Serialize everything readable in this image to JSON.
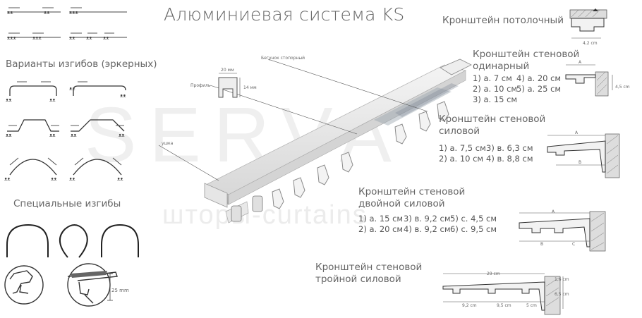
{
  "title": "Алюминиевая система KS",
  "headings": {
    "bay_variants": "Варианты изгибов (эркерных)",
    "special_bends": "Специальные изгибы"
  },
  "callouts": {
    "runner_stopper": "Бегунок стопорный",
    "profile": "Профиль",
    "ear": "ушка",
    "profile_width": "20 мм",
    "profile_height": "14 мм",
    "bend_height": "25 mm"
  },
  "brackets": {
    "ceiling": {
      "title": "Кронштейн потолочный",
      "dim": "4,2 cm"
    },
    "wall_single": {
      "title_line1": "Кронштейн стеновой",
      "title_line2": "одинарный",
      "specs": [
        "1) а. 7 см",
        "4) а. 20 см",
        "2) а. 10 см",
        "5) а. 25 см",
        "3) а. 15 см"
      ],
      "dims": {
        "a": "A",
        "h": "4,5 cm"
      }
    },
    "wall_power": {
      "title_line1": "Кронштейн стеновой",
      "title_line2": "силовой",
      "specs": [
        "1) а. 7,5 см",
        "3) в. 6,3 см",
        "2) а. 10 см",
        "4) в. 8,8 см"
      ],
      "dims": {
        "a": "A",
        "b": "B"
      }
    },
    "wall_double": {
      "title_line1": "Кронштейн стеновой",
      "title_line2": "двойной силовой",
      "specs": [
        "1) а. 15 см",
        "3) в. 9,2 см",
        "5) с. 4,5 см",
        "2) а. 20 см",
        "4) в. 9,2 см",
        "6) с. 9,5 см"
      ],
      "dims": {
        "a": "A",
        "b": "B",
        "c": "C"
      }
    },
    "wall_triple": {
      "title_line1": "Кронштейн стеновой",
      "title_line2": "тройной силовой",
      "dims": {
        "total": "29 cm",
        "h1": "1,6 cm",
        "h2": "6,5 cm",
        "s1": "9,2 cm",
        "s2": "9,5 cm",
        "s3": "5 cm"
      }
    }
  },
  "watermark": {
    "line1": "SERVA",
    "line2": "шторы-curtains"
  },
  "colors": {
    "line": "#333333",
    "accent": "#5a6470",
    "rail": "#e8e8e8",
    "text": "#666666"
  }
}
